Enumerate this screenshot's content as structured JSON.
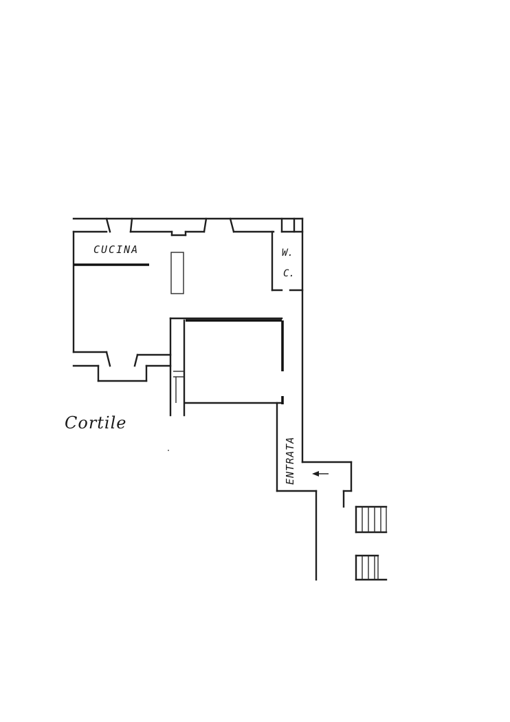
{
  "plan": {
    "rooms": {
      "kitchen": "CUCINA",
      "wc_line1": "W.",
      "wc_line2": "C.",
      "courtyard": "Cortile",
      "entrance": "ENTRATA"
    },
    "icons": {
      "entry_arrow": "arrow-left-icon",
      "stairs": "stairs-icon"
    },
    "colors": {
      "ink": "#1e1e1e",
      "paper": "#ffffff"
    }
  }
}
